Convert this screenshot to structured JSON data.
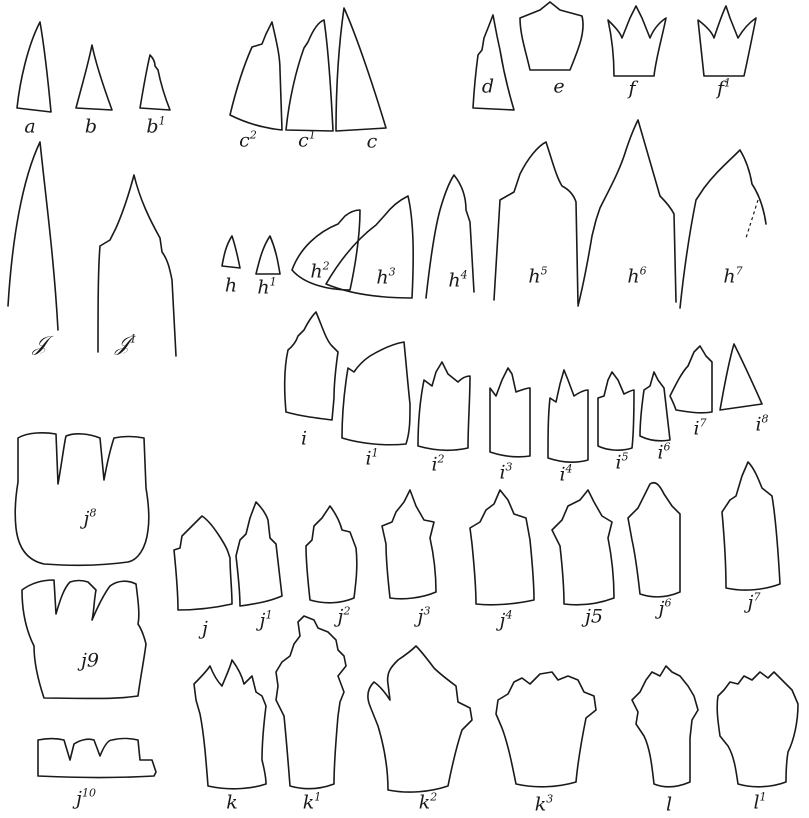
{
  "figure": {
    "labels": [
      {
        "id": "a",
        "text": "a",
        "sup": ""
      },
      {
        "id": "b",
        "text": "b",
        "sup": ""
      },
      {
        "id": "b1",
        "text": "b",
        "sup": "1"
      },
      {
        "id": "c2",
        "text": "c",
        "sup": "2"
      },
      {
        "id": "c1",
        "text": "c",
        "sup": "1"
      },
      {
        "id": "c",
        "text": "c",
        "sup": ""
      },
      {
        "id": "d",
        "text": "d",
        "sup": ""
      },
      {
        "id": "e",
        "text": "e",
        "sup": ""
      },
      {
        "id": "f",
        "text": "f",
        "sup": ""
      },
      {
        "id": "f1",
        "text": "f",
        "sup": "1"
      },
      {
        "id": "G",
        "text": "𝒥",
        "sup": ""
      },
      {
        "id": "G1",
        "text": "𝒥",
        "sup": "1"
      },
      {
        "id": "h",
        "text": "h",
        "sup": ""
      },
      {
        "id": "h1",
        "text": "h",
        "sup": "1"
      },
      {
        "id": "h2",
        "text": "h",
        "sup": "2"
      },
      {
        "id": "h3",
        "text": "h",
        "sup": "3"
      },
      {
        "id": "h4",
        "text": "h",
        "sup": "4"
      },
      {
        "id": "h5",
        "text": "h",
        "sup": "5"
      },
      {
        "id": "h6",
        "text": "h",
        "sup": "6"
      },
      {
        "id": "h7",
        "text": "h",
        "sup": "7"
      },
      {
        "id": "i",
        "text": "i",
        "sup": ""
      },
      {
        "id": "i1",
        "text": "i",
        "sup": "1"
      },
      {
        "id": "i2",
        "text": "i",
        "sup": "2"
      },
      {
        "id": "i3",
        "text": "i",
        "sup": "3"
      },
      {
        "id": "i4",
        "text": "i",
        "sup": "4"
      },
      {
        "id": "i5",
        "text": "i",
        "sup": "5"
      },
      {
        "id": "i6",
        "text": "i",
        "sup": "6"
      },
      {
        "id": "i7",
        "text": "i",
        "sup": "7"
      },
      {
        "id": "i8",
        "text": "i",
        "sup": "8"
      },
      {
        "id": "j8",
        "text": "j",
        "sup": "8"
      },
      {
        "id": "j9",
        "text": "j9",
        "sup": ""
      },
      {
        "id": "j10",
        "text": "j",
        "sup": "10"
      },
      {
        "id": "j",
        "text": "j",
        "sup": ""
      },
      {
        "id": "j1",
        "text": "j",
        "sup": "1"
      },
      {
        "id": "j2",
        "text": "j",
        "sup": "2"
      },
      {
        "id": "j3",
        "text": "j",
        "sup": "3"
      },
      {
        "id": "j4",
        "text": "j",
        "sup": "4"
      },
      {
        "id": "j5",
        "text": "j5",
        "sup": ""
      },
      {
        "id": "j6",
        "text": "j",
        "sup": "6"
      },
      {
        "id": "j7",
        "text": "j",
        "sup": "7"
      },
      {
        "id": "k",
        "text": "k",
        "sup": ""
      },
      {
        "id": "k1",
        "text": "k",
        "sup": "1"
      },
      {
        "id": "k2",
        "text": "k",
        "sup": "2"
      },
      {
        "id": "k3",
        "text": "k",
        "sup": "3"
      },
      {
        "id": "l",
        "text": "l",
        "sup": ""
      },
      {
        "id": "l1",
        "text": "l",
        "sup": "1"
      }
    ]
  }
}
